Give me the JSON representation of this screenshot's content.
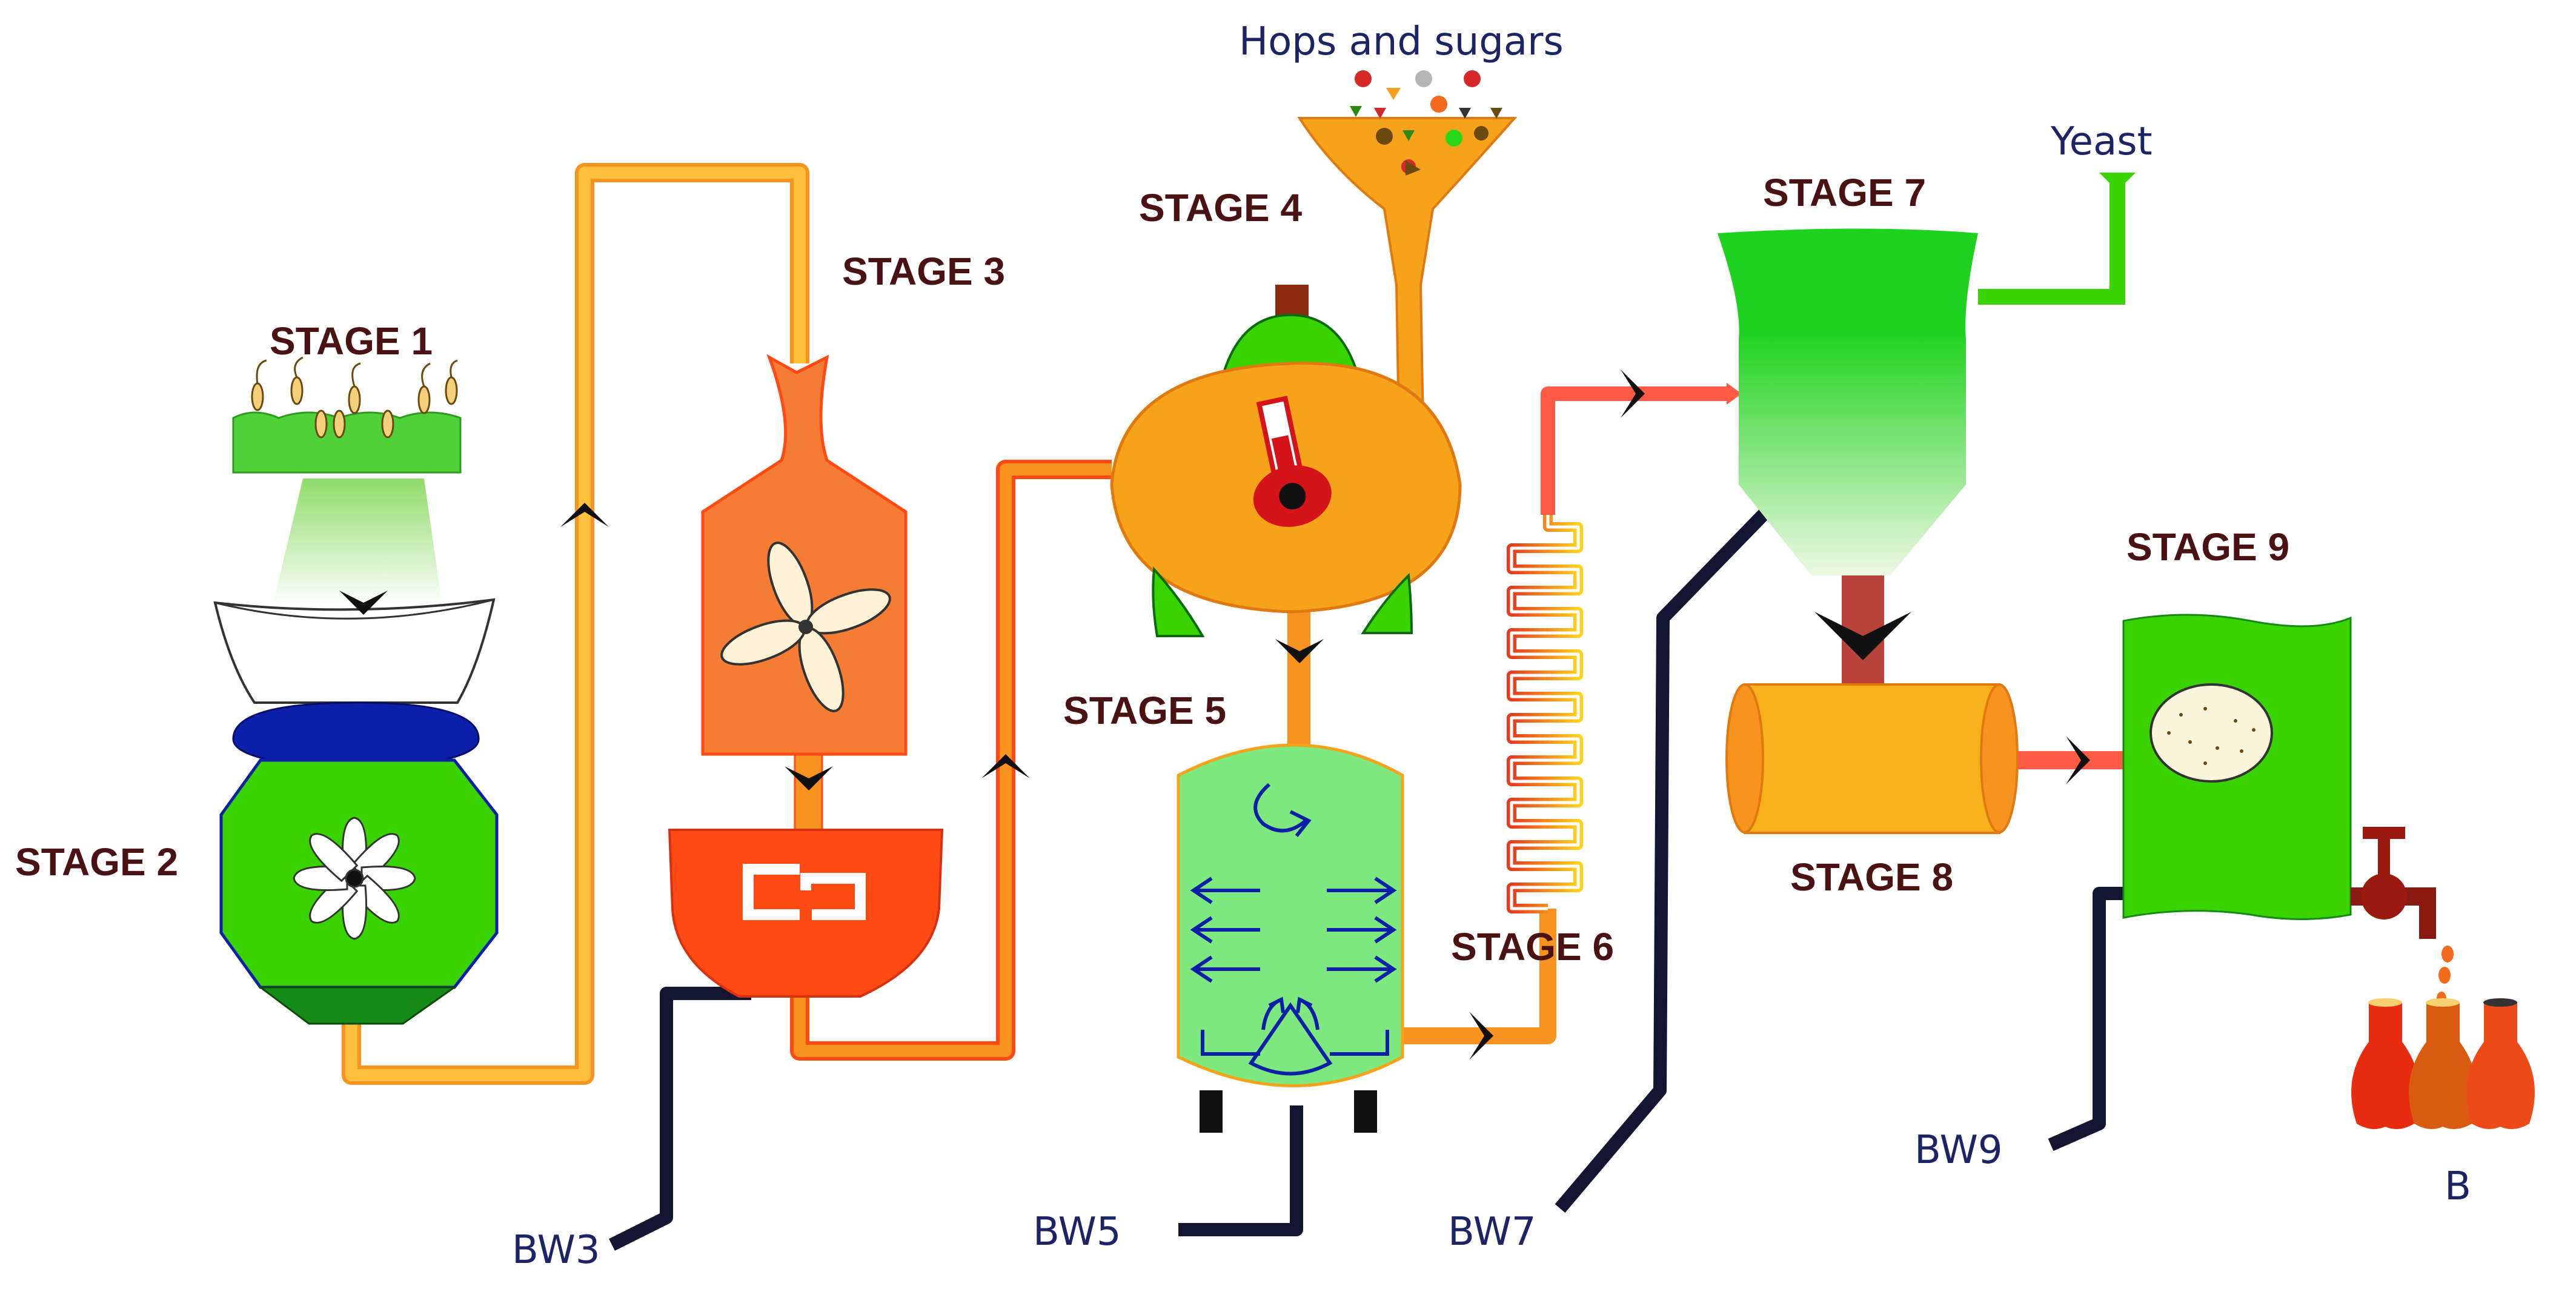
{
  "stages": [
    {
      "id": "stage1",
      "label": "STAGE 1"
    },
    {
      "id": "stage2",
      "label": "STAGE 2"
    },
    {
      "id": "stage3",
      "label": "STAGE 3"
    },
    {
      "id": "stage4",
      "label": "STAGE 4"
    },
    {
      "id": "stage5",
      "label": "STAGE 5"
    },
    {
      "id": "stage6",
      "label": "STAGE 6"
    },
    {
      "id": "stage7",
      "label": "STAGE 7"
    },
    {
      "id": "stage8",
      "label": "STAGE 8"
    },
    {
      "id": "stage9",
      "label": "STAGE 9"
    }
  ],
  "inputs": {
    "hops": "Hops and sugars",
    "yeast": "Yeast"
  },
  "outputs": {
    "bw3": "BW3",
    "bw5": "BW5",
    "bw7": "BW7",
    "bw9": "BW9",
    "beer": "B"
  },
  "colors": {
    "green": "#39d400",
    "light_green": "#7de87d",
    "orange": "#f7a21b",
    "dark_orange": "#f26a1b",
    "red_orange": "#ff4a14",
    "pipe_yellow": "#ffc13b",
    "pipe_orange": "#f7931e",
    "pipe_red": "#ff5a46",
    "navy": "#131533",
    "blue": "#0b1fa8",
    "brown": "#8a2a10"
  }
}
